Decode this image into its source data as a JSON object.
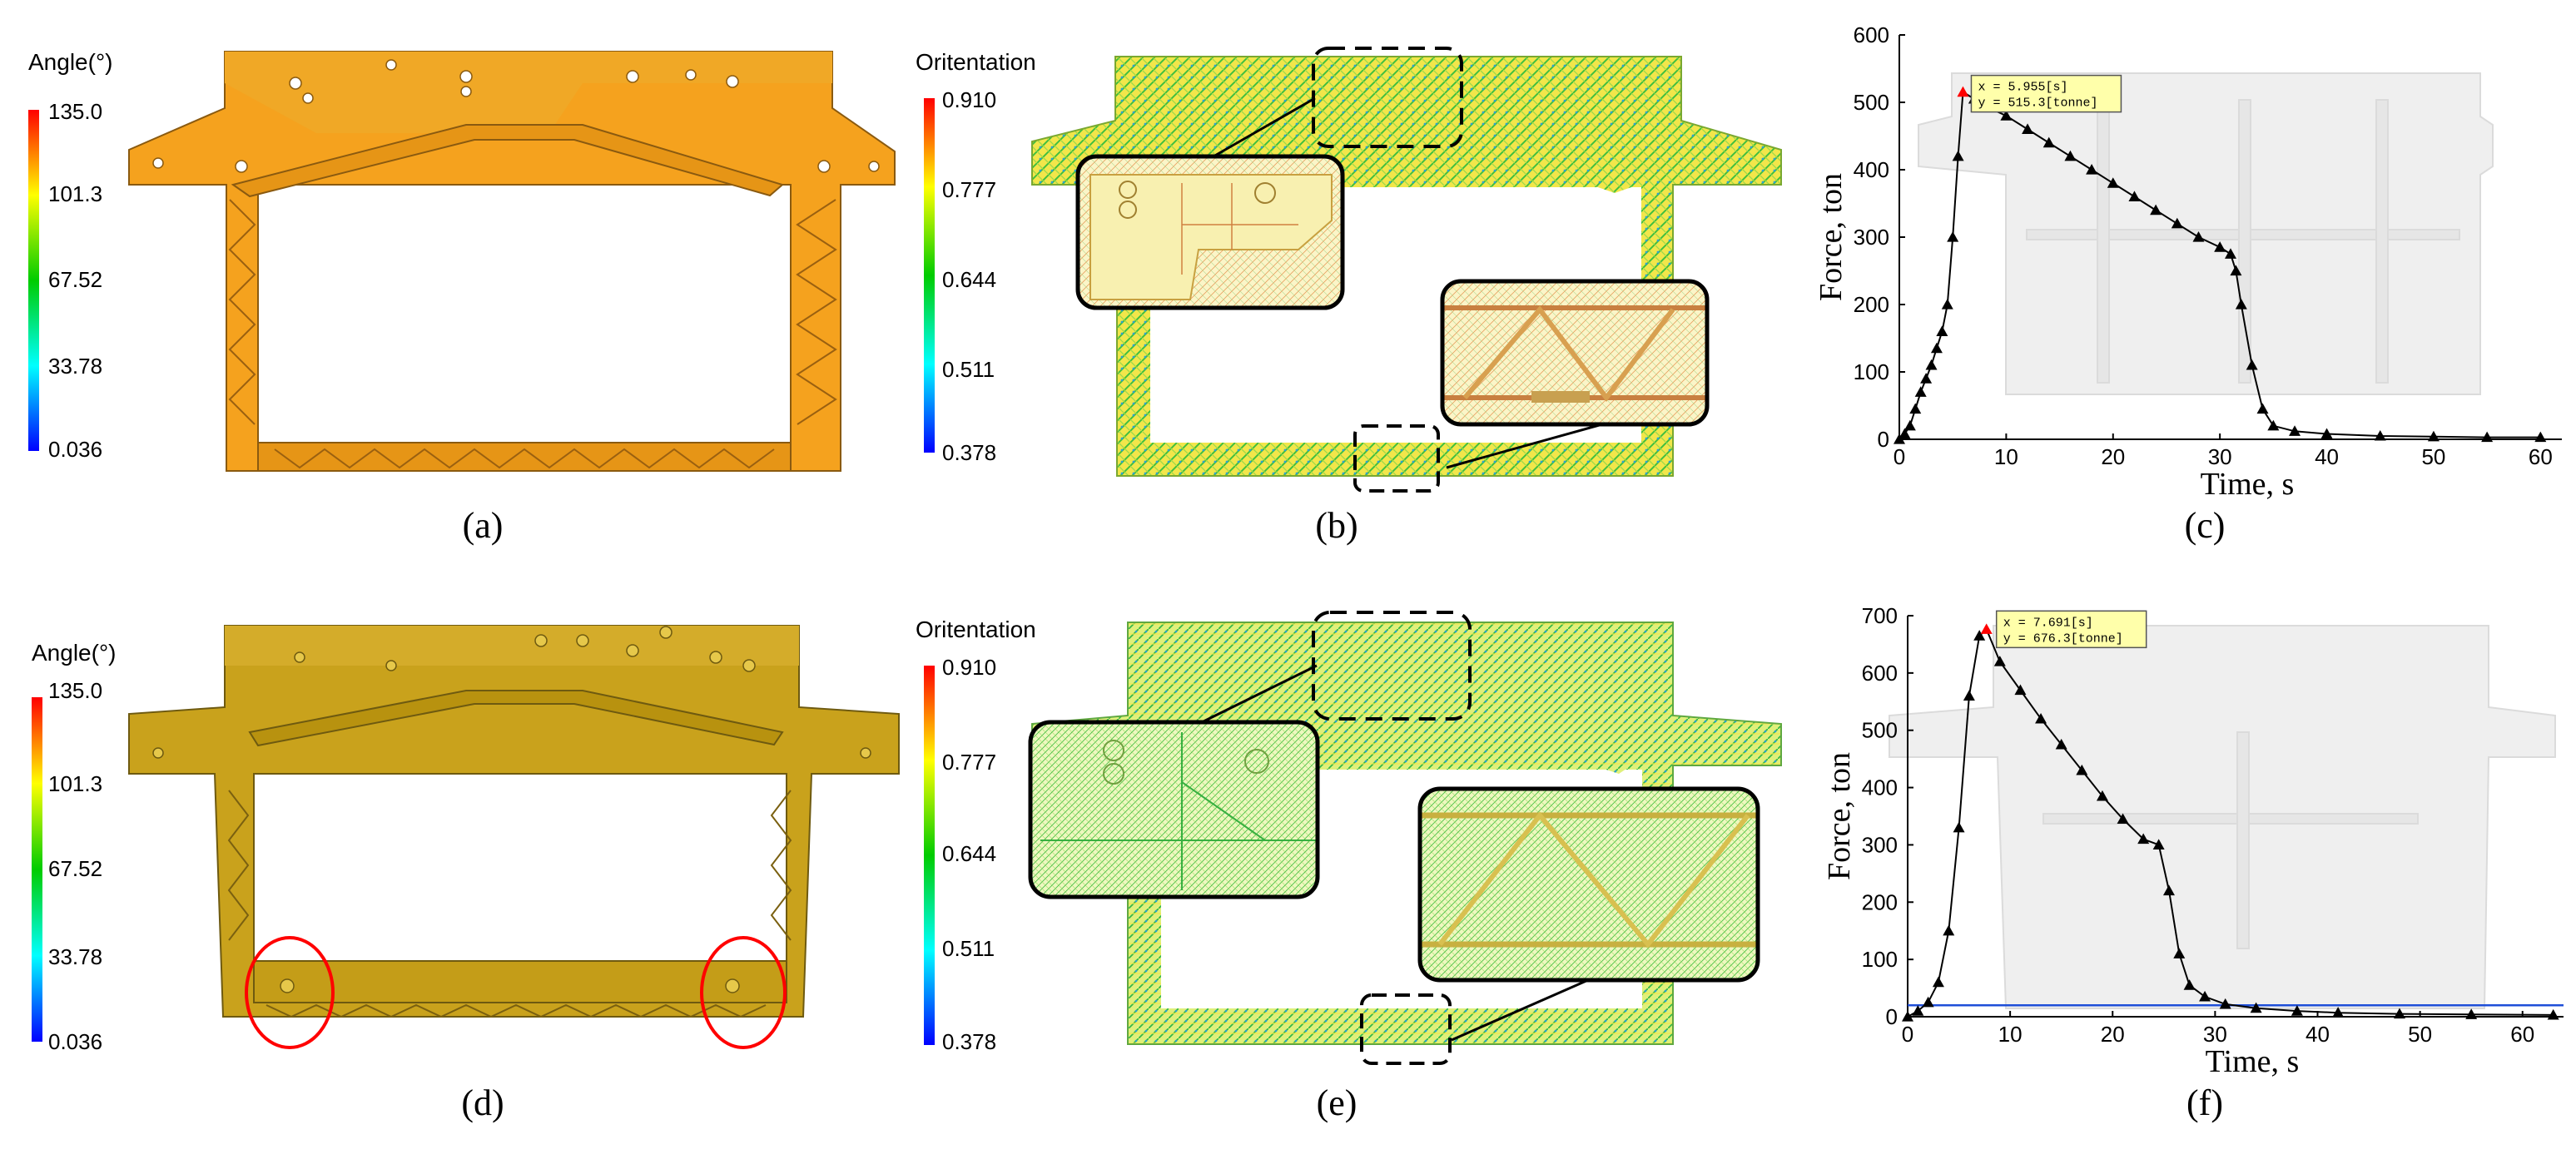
{
  "panel_labels": {
    "a": "(a)",
    "b": "(b)",
    "c": "(c)",
    "d": "(d)",
    "e": "(e)",
    "f": "(f)"
  },
  "angle_legend": {
    "title": "Angle(°)",
    "ticks": [
      "135.0",
      "101.3",
      "67.52",
      "33.78",
      "0.036"
    ]
  },
  "orientation_legend": {
    "title": "Oritentation",
    "ticks": [
      "0.910",
      "0.777",
      "0.644",
      "0.511",
      "0.378"
    ]
  },
  "colors": {
    "frame_top": "#F5A21E",
    "frame_bottom": "#C9A21C",
    "legend_stops": [
      "#ff0000",
      "#ffff00",
      "#00cc00",
      "#00ffff",
      "#0000ff"
    ],
    "callout_line": "#000000",
    "marker": "#ff0000",
    "baseline": "#1f4fd8",
    "tooltip_bg": "#ffffaa"
  },
  "chart_data": [
    {
      "type": "line",
      "panel": "(c)",
      "xlabel": "Time, s",
      "ylabel": "Force, ton",
      "xlim": [
        0,
        62
      ],
      "ylim": [
        0,
        600
      ],
      "xticks": [
        "0",
        "10",
        "20",
        "30",
        "40",
        "50",
        "60"
      ],
      "yticks": [
        "0",
        "100",
        "200",
        "300",
        "400",
        "500",
        "600"
      ],
      "tooltip": {
        "x": "x = 5.955[s]",
        "y": "y = 515.3[tonne]"
      },
      "peak": {
        "x": 5.955,
        "y": 515.3
      },
      "x": [
        0,
        0.5,
        1,
        1.5,
        2,
        2.5,
        3,
        3.5,
        4,
        4.5,
        5,
        5.5,
        5.955,
        7,
        8,
        10,
        12,
        14,
        16,
        18,
        20,
        22,
        24,
        26,
        28,
        30,
        31,
        31.5,
        32,
        33,
        34,
        35,
        37,
        40,
        45,
        50,
        55,
        60
      ],
      "values": [
        0,
        8,
        20,
        45,
        70,
        90,
        110,
        135,
        160,
        200,
        300,
        420,
        515.3,
        505,
        495,
        480,
        460,
        440,
        420,
        400,
        380,
        360,
        340,
        320,
        300,
        285,
        275,
        250,
        200,
        110,
        45,
        20,
        12,
        8,
        5,
        4,
        3,
        3
      ]
    },
    {
      "type": "line",
      "panel": "(f)",
      "xlabel": "Time, s",
      "ylabel": "Force, ton",
      "xlim": [
        0,
        64
      ],
      "ylim": [
        0,
        700
      ],
      "xticks": [
        "0",
        "10",
        "20",
        "30",
        "40",
        "50",
        "60"
      ],
      "yticks": [
        "0",
        "100",
        "200",
        "300",
        "400",
        "500",
        "600",
        "700"
      ],
      "tooltip": {
        "x": "x = 7.691[s]",
        "y": "y = 676.3[tonne]"
      },
      "peak": {
        "x": 7.691,
        "y": 676.3
      },
      "baseline": 20,
      "x": [
        0,
        1,
        2,
        3,
        4,
        5,
        6,
        7,
        7.691,
        9,
        11,
        13,
        15,
        17,
        19,
        21,
        23,
        24.5,
        25.5,
        26.5,
        27.5,
        29,
        31,
        34,
        38,
        42,
        48,
        55,
        63
      ],
      "values": [
        0,
        10,
        25,
        60,
        150,
        330,
        560,
        665,
        676.3,
        620,
        570,
        520,
        475,
        430,
        385,
        345,
        310,
        300,
        220,
        110,
        55,
        35,
        22,
        15,
        10,
        7,
        5,
        4,
        3
      ]
    }
  ]
}
